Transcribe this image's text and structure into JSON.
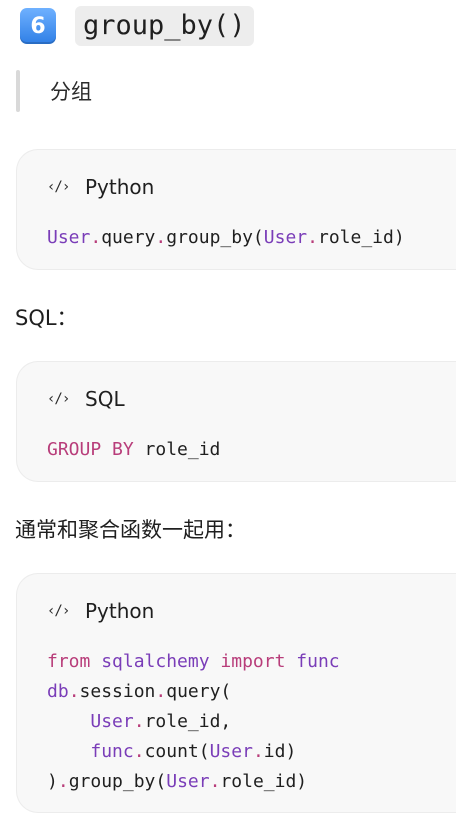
{
  "heading": {
    "badge": "6",
    "code": "group_by()"
  },
  "note": "分组",
  "blocks": [
    {
      "lang": "Python",
      "lines": [
        [
          {
            "t": "User",
            "c": "cls"
          },
          {
            "t": ".",
            "c": "dot"
          },
          {
            "t": "query",
            "c": ""
          },
          {
            "t": ".",
            "c": "dot"
          },
          {
            "t": "group_by(",
            "c": ""
          },
          {
            "t": "User",
            "c": "cls"
          },
          {
            "t": ".",
            "c": "dot"
          },
          {
            "t": "role_id)",
            "c": ""
          }
        ]
      ]
    },
    {
      "lang": "SQL",
      "lines": [
        [
          {
            "t": "GROUP BY",
            "c": "kw"
          },
          {
            "t": " role_id",
            "c": ""
          }
        ]
      ]
    },
    {
      "lang": "Python",
      "lines": [
        [
          {
            "t": "from",
            "c": "kw"
          },
          {
            "t": " ",
            "c": ""
          },
          {
            "t": "sqlalchemy",
            "c": "mod"
          },
          {
            "t": " ",
            "c": ""
          },
          {
            "t": "import",
            "c": "kw"
          },
          {
            "t": " ",
            "c": ""
          },
          {
            "t": "func",
            "c": "mod"
          }
        ],
        [
          {
            "t": "db",
            "c": "cls"
          },
          {
            "t": ".",
            "c": "dot"
          },
          {
            "t": "session",
            "c": ""
          },
          {
            "t": ".",
            "c": "dot"
          },
          {
            "t": "query(",
            "c": ""
          }
        ],
        [
          {
            "t": "    ",
            "c": ""
          },
          {
            "t": "User",
            "c": "cls"
          },
          {
            "t": ".",
            "c": "dot"
          },
          {
            "t": "role_id,",
            "c": ""
          }
        ],
        [
          {
            "t": "    ",
            "c": ""
          },
          {
            "t": "func",
            "c": "cls"
          },
          {
            "t": ".",
            "c": "dot"
          },
          {
            "t": "count(",
            "c": ""
          },
          {
            "t": "User",
            "c": "cls"
          },
          {
            "t": ".",
            "c": "dot"
          },
          {
            "t": "id)",
            "c": ""
          }
        ],
        [
          {
            "t": ")",
            "c": ""
          },
          {
            "t": ".",
            "c": "dot"
          },
          {
            "t": "group_by(",
            "c": ""
          },
          {
            "t": "User",
            "c": "cls"
          },
          {
            "t": ".",
            "c": "dot"
          },
          {
            "t": "role_id)",
            "c": ""
          }
        ]
      ]
    }
  ],
  "para_sql": "SQL：",
  "para_agg": "通常和聚合函数一起用：",
  "colors": {
    "badge": "#2f7fe6",
    "keyword": "#b83d7a",
    "class": "#7a3db8",
    "codeBg": "#f8f8f8"
  },
  "icons": {
    "code": "code-icon"
  }
}
